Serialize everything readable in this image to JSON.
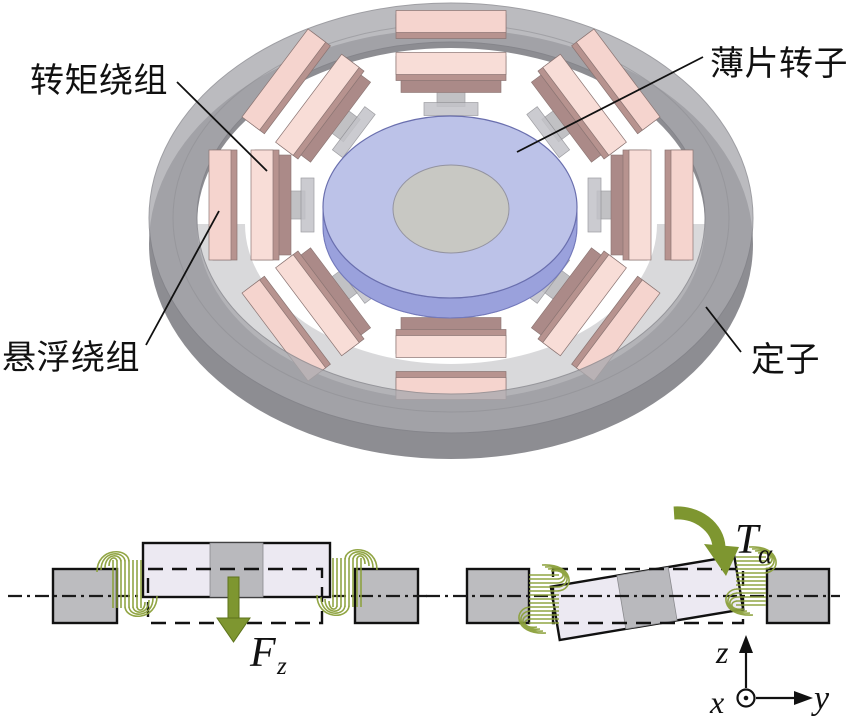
{
  "figure_3d": {
    "labels": {
      "torque_winding": "转矩绕组",
      "slice_rotor": "薄片转子",
      "suspension_winding": "悬浮绕组",
      "stator": "定子"
    }
  },
  "force_diagram": {
    "force_symbol": "F",
    "force_subscript": "z"
  },
  "torque_diagram": {
    "torque_symbol": "T",
    "torque_subscript": "α"
  },
  "axes": {
    "x": "x",
    "y": "y",
    "z": "z"
  },
  "colors": {
    "winding_pink_top": "#f5d4ce",
    "winding_pink_light": "#f8ddd7",
    "winding_mauve": "#b7938f",
    "winding_mauve_dark": "#ab8a88",
    "stator_gray": "#a9a9ae",
    "stator_gray_dark": "#8d8d92",
    "tooth_gray": "#b4b4b8",
    "rotor_blue_top": "#bcc2e8",
    "rotor_blue_side": "#9aa1dc",
    "rotor_blue_edge": "#6a6fae",
    "hub_gray": "#c8c8c3",
    "olive_green": "#7e9630",
    "olive_green_dark": "#5d731c",
    "coil_green": "#8ba03a",
    "block_gray_2d": "#bcbcbf",
    "rotor_2d_fill": "#ece9f2",
    "magnet_gray_2d": "#b9b9bd"
  }
}
